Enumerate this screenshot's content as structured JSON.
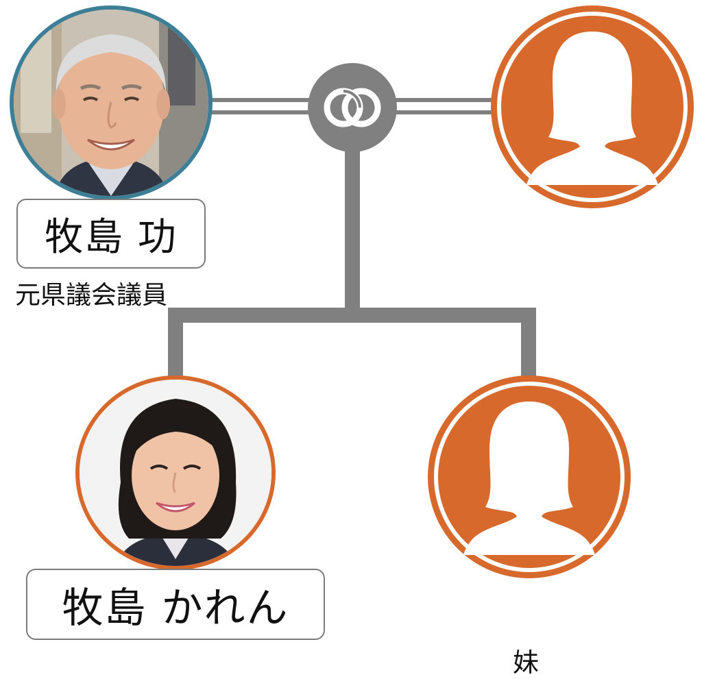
{
  "colors": {
    "connector": "#808080",
    "father_ring": "#3e7f98",
    "female_ring": "#d8692d",
    "silhouette_fill": "#d8692d",
    "marriage_symbol": "#808080"
  },
  "family_tree": {
    "father": {
      "name": "牧島 功",
      "title": "元県議会議員",
      "icon": "photo-elderly-man"
    },
    "mother": {
      "icon": "female-silhouette-icon"
    },
    "marriage": {
      "icon": "marriage-rings-icon"
    },
    "children": [
      {
        "name": "牧島 かれん",
        "icon": "photo-woman"
      },
      {
        "relation": "妹",
        "icon": "female-silhouette-icon"
      }
    ]
  }
}
